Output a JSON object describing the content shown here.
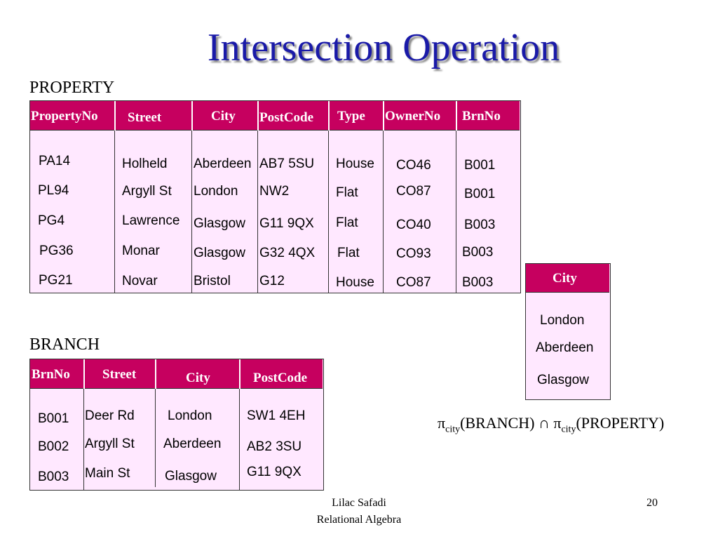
{
  "title": "Intersection Operation",
  "property": {
    "label": "PROPERTY",
    "headers": [
      "PropertyNo",
      "Street",
      "City",
      "PostCode",
      "Type",
      "OwnerNo",
      "BrnNo"
    ],
    "rows": [
      [
        "PA14",
        "Holheld",
        "Aberdeen",
        "AB7 5SU",
        "House",
        "CO46",
        "B001"
      ],
      [
        "PL94",
        "Argyll St",
        "London",
        "NW2",
        "Flat",
        "CO87",
        "B001"
      ],
      [
        "PG4",
        "Lawrence",
        "Glasgow",
        "G11 9QX",
        "Flat",
        "CO40",
        "B003"
      ],
      [
        "PG36",
        "Monar",
        "Glasgow",
        "G32 4QX",
        "Flat",
        "CO93",
        "B003"
      ],
      [
        "PG21",
        "Novar",
        "Bristol",
        "G12",
        "House",
        "CO87",
        "B003"
      ]
    ]
  },
  "branch": {
    "label": "BRANCH",
    "headers": [
      "BrnNo",
      "Street",
      "City",
      "PostCode"
    ],
    "rows": [
      [
        "B001",
        "Deer Rd",
        "London",
        "SW1 4EH"
      ],
      [
        "B002",
        "Argyll St",
        "Aberdeen",
        "AB2 3SU"
      ],
      [
        "B003",
        "Main St",
        "Glasgow",
        "G11 9QX"
      ]
    ]
  },
  "result": {
    "header": "City",
    "rows": [
      "London",
      "Aberdeen",
      "Glasgow"
    ]
  },
  "formula": {
    "pi1": "π",
    "sub1": "city",
    "rel1": "(BRANCH)",
    "op": " ∩ ",
    "pi2": "π",
    "sub2": "city",
    "rel2": "(PROPERTY)"
  },
  "footer": {
    "author": "Lilac Safadi",
    "course": "Relational Algebra",
    "page": "20"
  },
  "colors": {
    "title": "#1a1aa8",
    "header_bg": "#c6005f",
    "table_bg": "#ffe8ff"
  }
}
